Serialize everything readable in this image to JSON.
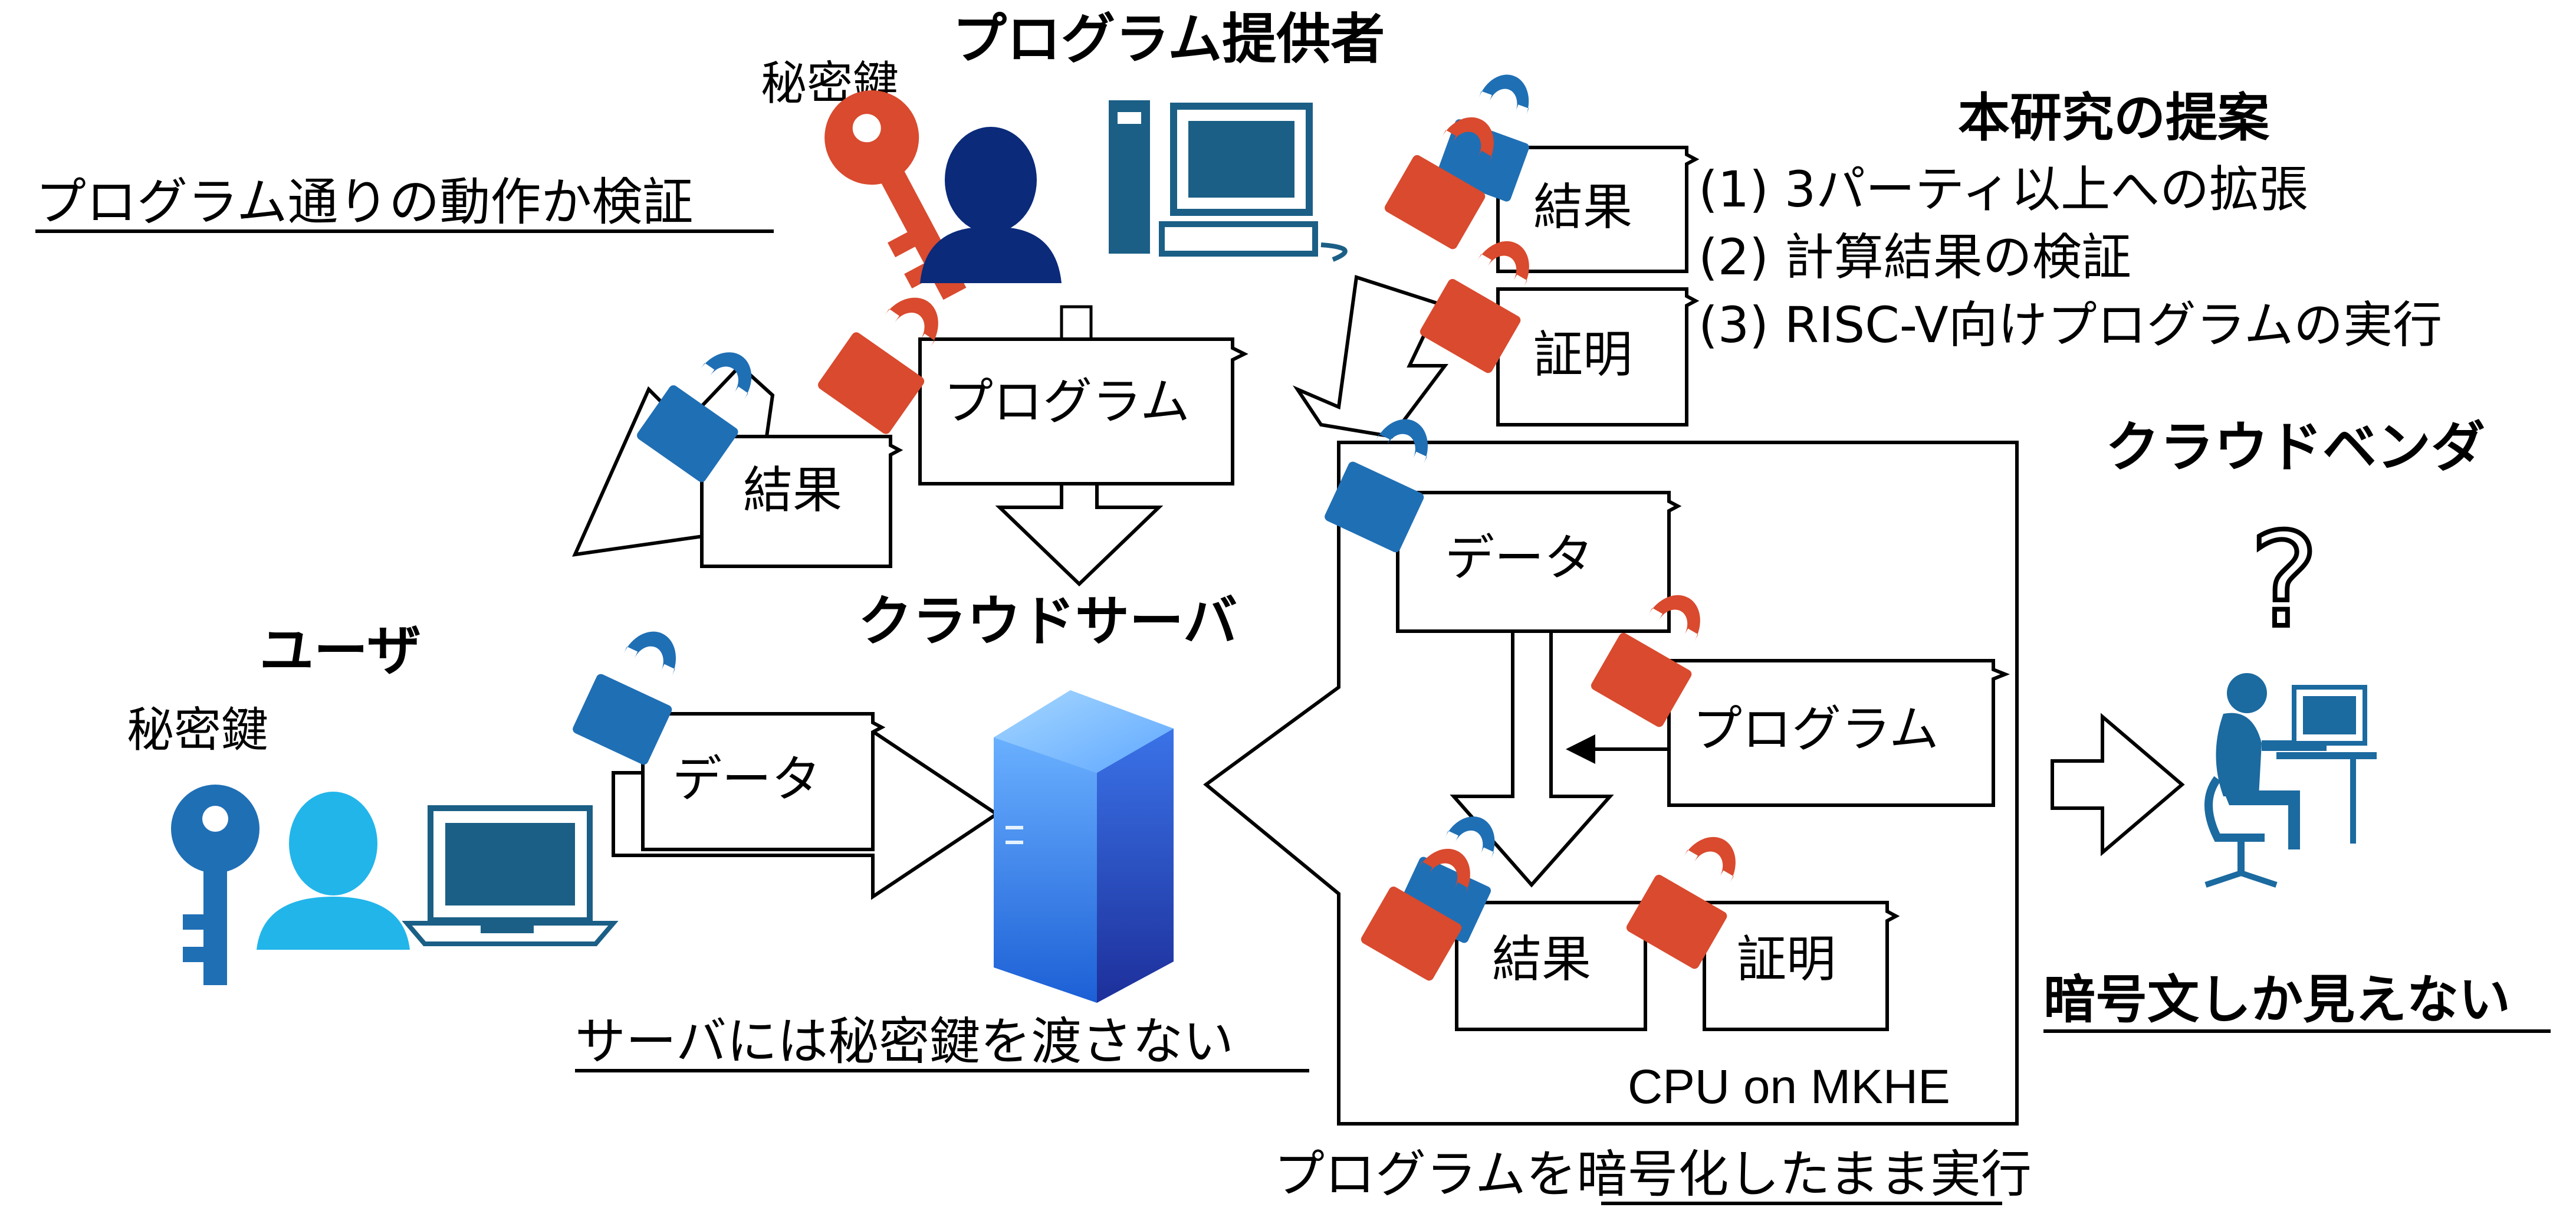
{
  "titles": {
    "program_provider": "プログラム提供者",
    "user": "ユーザ",
    "cloud_server": "クラウドサーバ",
    "cloud_vendor": "クラウドベンダ",
    "proposal": "本研究の提案"
  },
  "labels": {
    "secret_key_provider": "秘密鍵",
    "secret_key_user": "秘密鍵",
    "verify_program": "プログラム通りの動作か検証",
    "no_key_to_server": "サーバには秘密鍵を渡さない",
    "only_ciphertext": "暗号文しか見えない",
    "cpu_on_mkhe": "CPU on MKHE",
    "execute_encrypted_pre": "プログラムを",
    "execute_encrypted_underlined": "暗号化",
    "execute_encrypted_post": "したまま実行"
  },
  "proposal_items": [
    "(1) 3パーティ以上への拡張",
    "(2) 計算結果の検証",
    "(3) RISC-V向けプログラムの実行"
  ],
  "documents": {
    "program_top": "プログラム",
    "result_left": "結果",
    "result_top": "結果",
    "proof_top": "証明",
    "data_user": "データ",
    "data_cpu": "データ",
    "program_cpu": "プログラム",
    "result_cpu": "結果",
    "proof_cpu": "証明"
  },
  "question_mark": "?",
  "colors": {
    "lock_red": "#d94a2e",
    "lock_blue": "#1f6fb5",
    "key_red": "#d94a2e",
    "key_blue": "#1f6fb5",
    "provider_person": "#0b2a7a",
    "user_person": "#22b5ea",
    "computer_teal": "#1b5f86",
    "server_blue": "#2f7de0"
  }
}
